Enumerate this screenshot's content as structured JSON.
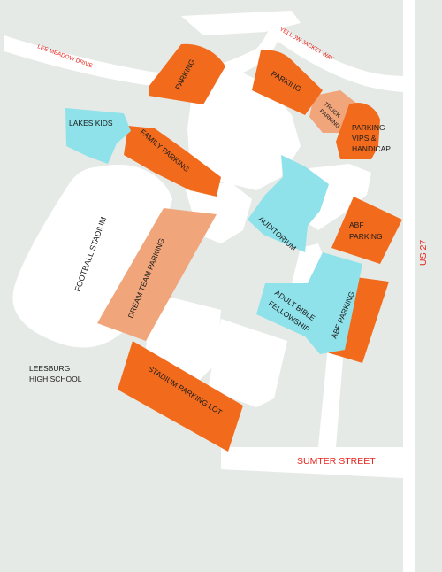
{
  "colors": {
    "background": "#e6eae7",
    "road": "#ffffff",
    "building": "#ffffff",
    "parking": "#f26b1d",
    "parking_light": "#f0a57a",
    "venue": "#8fe2ea",
    "road_label": "#e8221b"
  },
  "roads": {
    "lee_meadow": "LEE MEADOW DRIVE",
    "yellow_jacket": "YELLOW JACKET WAY",
    "us27": "US 27",
    "sumter": "SUMTER STREET"
  },
  "areas": {
    "parking_nw": "PARKING",
    "parking_n": "PARKING",
    "truck_1": "TRUCK",
    "truck_2": "PARKING",
    "vips_1": "PARKING",
    "vips_2": "VIPS &",
    "vips_3": "HANDICAP",
    "lakes_kids": "LAKES KIDS",
    "family_parking": "FAMILY PARKING",
    "auditorium": "AUDITORIUM",
    "abf_1": "ABF",
    "abf_2": "PARKING",
    "football_stadium": "FOOTBALL STADIUM",
    "dream_team": "DREAM TEAM PARKING",
    "adult_1": "ADULT BIBLE",
    "adult_2": "FELLOWSHIP",
    "abf_parking_angled": "ABF PARKING",
    "school_1": "LEESBURG",
    "school_2": "HIGH SCHOOL",
    "stadium_lot": "STADIUM PARKING LOT"
  }
}
